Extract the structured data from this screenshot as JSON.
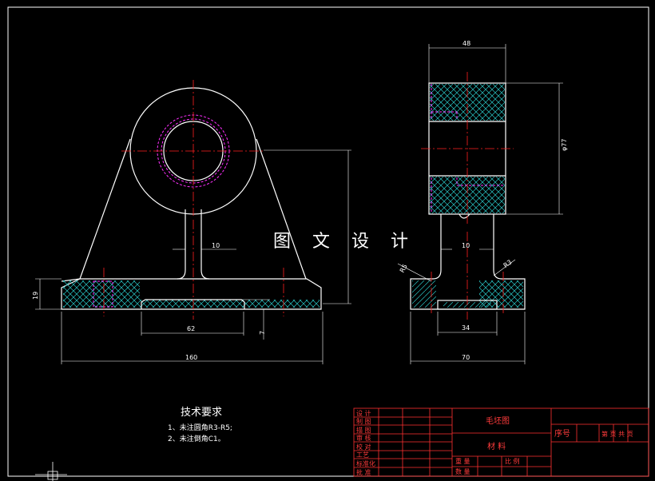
{
  "watermark": "图 文 设 计",
  "dimensions": {
    "front_hole_width": "10",
    "front_base_height": "19",
    "front_slot_width": "62",
    "front_slot_depth": "7",
    "front_total_width": "160",
    "side_top_width": "48",
    "side_diameter": "φ77",
    "side_stem_width": "10",
    "side_fillet_left": "R5",
    "side_fillet_right": "R3",
    "side_slot_width": "34",
    "side_total_width": "70"
  },
  "tech_requirements": {
    "title": "技术要求",
    "items": [
      "1、未注圆角R3-R5;",
      "2、未注倒角C1。"
    ]
  },
  "title_block": {
    "blank_material": "毛坯图",
    "material": "材 料",
    "seq_no": "序号",
    "sheets": "第 页 共 页",
    "left_labels": [
      "设 计",
      "制 图",
      "描 图",
      "审 核",
      "校 对",
      "工艺",
      "标准化",
      "批 准"
    ],
    "bottom_labels": [
      "重 量",
      "比 例",
      "数 量"
    ]
  },
  "colors": {
    "outline": "#ffffff",
    "centerline": "#ff2020",
    "hatch": "#29c3c3",
    "hidden": "#ff30ff",
    "dimension": "#ffffff",
    "title_block": "#ff3030"
  }
}
